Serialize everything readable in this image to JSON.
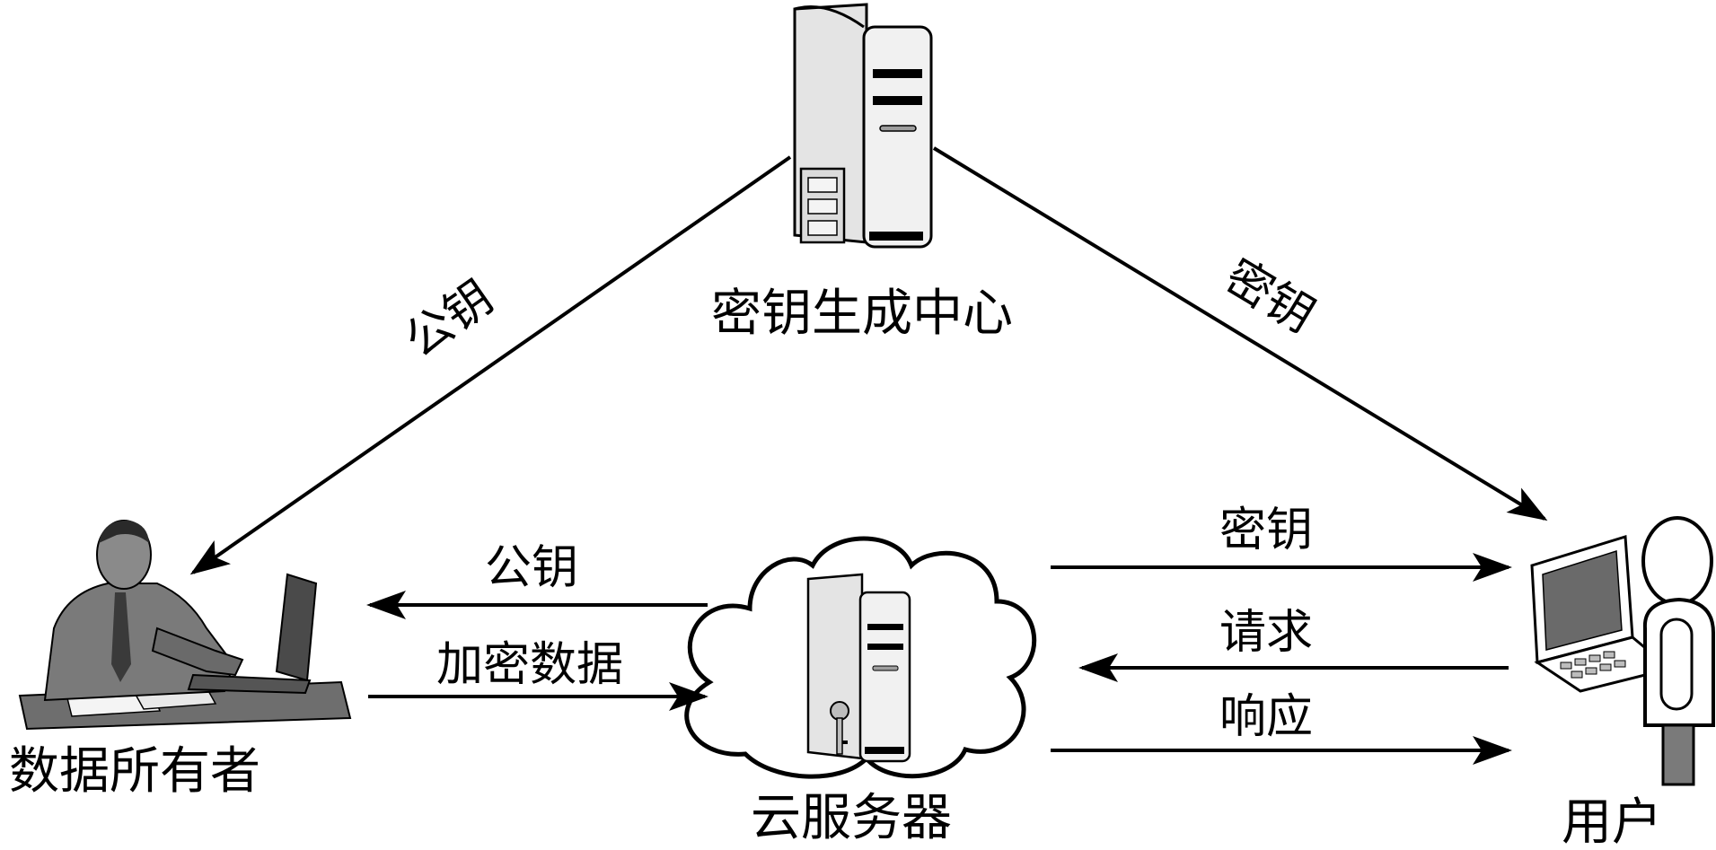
{
  "nodes": {
    "kgc": {
      "label": "密钥生成中心",
      "icon": "tower-server-icon"
    },
    "owner": {
      "label": "数据所有者",
      "icon": "person-at-laptop-icon"
    },
    "cloud": {
      "label": "云服务器",
      "icon": "cloud-server-key-icon"
    },
    "user": {
      "label": "用户",
      "icon": "user-with-laptop-icon"
    }
  },
  "edges": {
    "kgc_to_owner": {
      "label": "公钥"
    },
    "kgc_to_user": {
      "label": "密钥"
    },
    "cloud_to_owner": {
      "label": "公钥"
    },
    "owner_to_cloud": {
      "label": "加密数据"
    },
    "cloud_to_user_key": {
      "label": "密钥"
    },
    "user_to_cloud": {
      "label": "请求"
    },
    "cloud_to_user_resp": {
      "label": "响应"
    }
  },
  "colors": {
    "ink": "#000000",
    "server_body": "#eeeeee",
    "server_shade": "#bdbdbd",
    "figure": "#6e6e6e"
  }
}
